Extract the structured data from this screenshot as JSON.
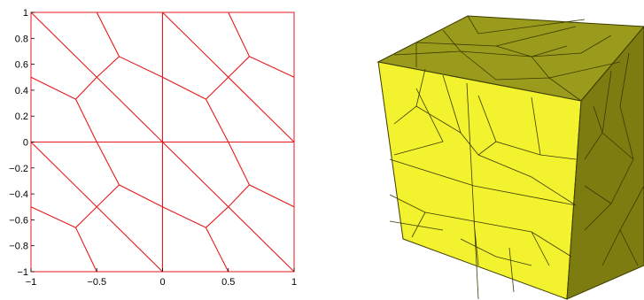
{
  "chart_data": {
    "type": "mesh",
    "xlim": [
      -1,
      1
    ],
    "ylim": [
      -1,
      1
    ],
    "x_ticks": [
      "−1",
      "−0.5",
      "0",
      "0.5",
      "1"
    ],
    "x_tick_values": [
      -1,
      -0.5,
      0,
      0.5,
      1
    ],
    "y_ticks": [
      "1",
      "0.8",
      "0.6",
      "0.4",
      "0.2",
      "0",
      "−0.2",
      "−0.4",
      "−0.6",
      "−0.8",
      "−1"
    ],
    "y_tick_values": [
      1,
      0.8,
      0.6,
      0.4,
      0.2,
      0,
      -0.2,
      -0.4,
      -0.6,
      -0.8,
      -1
    ],
    "edge_color": "#e41a1c",
    "edges": [
      [
        [
          0,
          -1
        ],
        [
          0,
          1
        ]
      ],
      [
        [
          -1,
          0
        ],
        [
          1,
          0
        ]
      ],
      [
        [
          -1,
          1
        ],
        [
          0,
          0
        ]
      ],
      [
        [
          0,
          1
        ],
        [
          1,
          0
        ]
      ],
      [
        [
          -1,
          0
        ],
        [
          0,
          -1
        ]
      ],
      [
        [
          0,
          0
        ],
        [
          1,
          -1
        ]
      ],
      [
        [
          -0.33,
          0.66
        ],
        [
          -0.5,
          1
        ]
      ],
      [
        [
          -0.33,
          0.66
        ],
        [
          0,
          0.5
        ]
      ],
      [
        [
          -0.66,
          0.33
        ],
        [
          -1,
          0.5
        ]
      ],
      [
        [
          -0.66,
          0.33
        ],
        [
          -0.5,
          0
        ]
      ],
      [
        [
          -0.33,
          0.66
        ],
        [
          -0.5,
          0.5
        ]
      ],
      [
        [
          -0.66,
          0.33
        ],
        [
          -0.5,
          0.5
        ]
      ],
      [
        [
          0.66,
          0.66
        ],
        [
          0.5,
          1
        ]
      ],
      [
        [
          0.66,
          0.66
        ],
        [
          1,
          0.5
        ]
      ],
      [
        [
          0.33,
          0.33
        ],
        [
          0,
          0.5
        ]
      ],
      [
        [
          0.33,
          0.33
        ],
        [
          0.5,
          0
        ]
      ],
      [
        [
          0.66,
          0.66
        ],
        [
          0.5,
          0.5
        ]
      ],
      [
        [
          0.33,
          0.33
        ],
        [
          0.5,
          0.5
        ]
      ],
      [
        [
          -0.33,
          -0.33
        ],
        [
          -0.5,
          0
        ]
      ],
      [
        [
          -0.33,
          -0.33
        ],
        [
          0,
          -0.5
        ]
      ],
      [
        [
          -0.66,
          -0.66
        ],
        [
          -1,
          -0.5
        ]
      ],
      [
        [
          -0.66,
          -0.66
        ],
        [
          -0.5,
          -1
        ]
      ],
      [
        [
          -0.33,
          -0.33
        ],
        [
          -0.5,
          -0.5
        ]
      ],
      [
        [
          -0.66,
          -0.66
        ],
        [
          -0.5,
          -0.5
        ]
      ],
      [
        [
          0.66,
          -0.33
        ],
        [
          0.5,
          0
        ]
      ],
      [
        [
          0.66,
          -0.33
        ],
        [
          1,
          -0.5
        ]
      ],
      [
        [
          0.33,
          -0.66
        ],
        [
          0,
          -0.5
        ]
      ],
      [
        [
          0.33,
          -0.66
        ],
        [
          0.5,
          -1
        ]
      ],
      [
        [
          0.66,
          -0.33
        ],
        [
          0.5,
          -0.5
        ]
      ],
      [
        [
          0.33,
          -0.66
        ],
        [
          0.5,
          -0.5
        ]
      ]
    ]
  },
  "cube": {
    "top_color": "#9a9a1c",
    "front_color": "#f2f22e",
    "side_color": "#7c7c10",
    "edge_color": "#3b3b00"
  }
}
